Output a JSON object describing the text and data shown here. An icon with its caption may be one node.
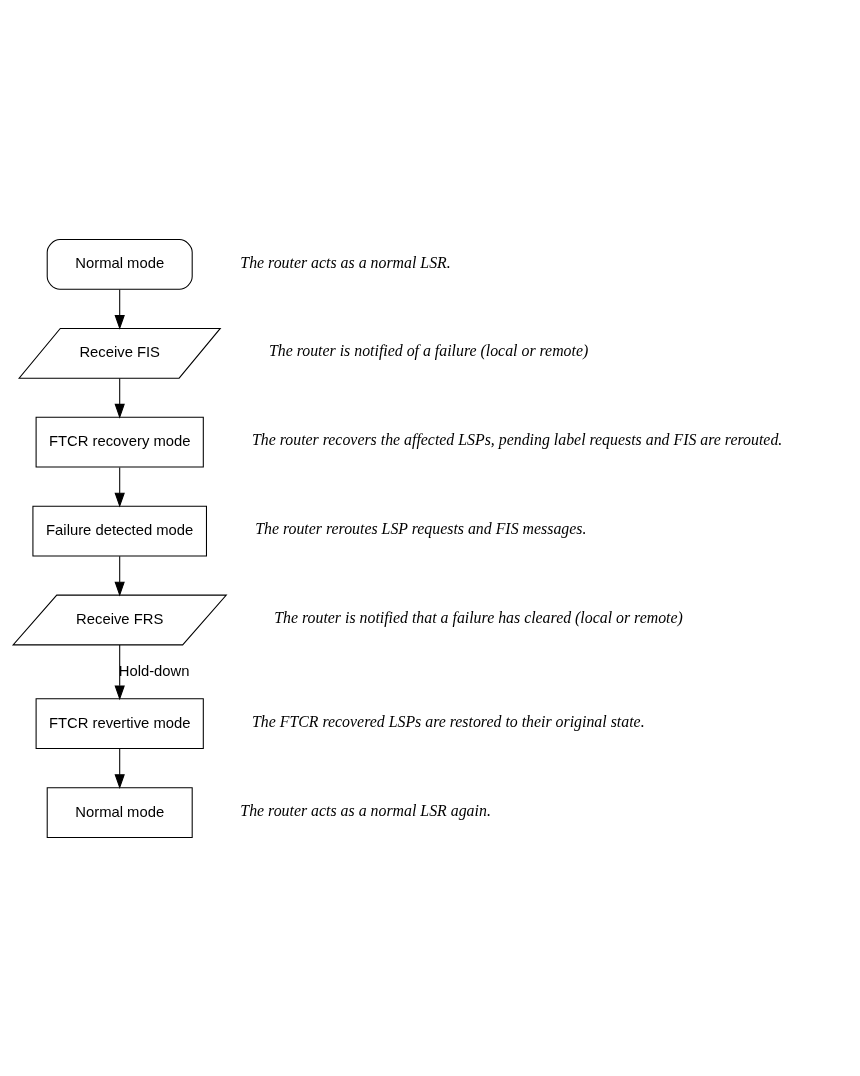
{
  "diagram": {
    "nodes": [
      {
        "text": [
          "Normal mode"
        ],
        "beside": [
          "The router acts as a normal LSR."
        ]
      },
      {
        "text": [
          "Receive FIS"
        ],
        "beside": [
          "The router is notified of a failure (local or remote)"
        ]
      },
      {
        "text": [
          "FTCR recovery mode"
        ],
        "beside": [
          "The router recovers the affected LSPs, pending label requests and FIS are rerouted."
        ]
      },
      {
        "text": [
          "Failure detected mode"
        ],
        "beside": [
          "The router reroutes LSP requests and FIS messages."
        ]
      },
      {
        "text": [
          "Receive FRS"
        ],
        "beside": [
          "The router is notified that a failure has cleared (local or remote)"
        ]
      },
      {
        "text": [
          "FTCR revertive mode"
        ],
        "beside": [
          "The FTCR recovered LSPs are restored to their original state."
        ]
      },
      {
        "text": [
          "Normal mode"
        ],
        "beside": [
          "The router acts as a normal LSR again."
        ]
      }
    ],
    "edges": [
      {
        "from": 0,
        "to": 1,
        "arrow": "to"
      },
      {
        "from": 1,
        "to": 2,
        "arrow": "to"
      },
      {
        "from": 2,
        "to": 3,
        "arrow": "to"
      },
      {
        "from": 3,
        "to": 4,
        "arrow": "to"
      },
      {
        "from": 4,
        "to": 5,
        "arrow": "to",
        "label": "Hold-down"
      },
      {
        "from": 5,
        "to": 6,
        "arrow": "to"
      }
    ]
  }
}
